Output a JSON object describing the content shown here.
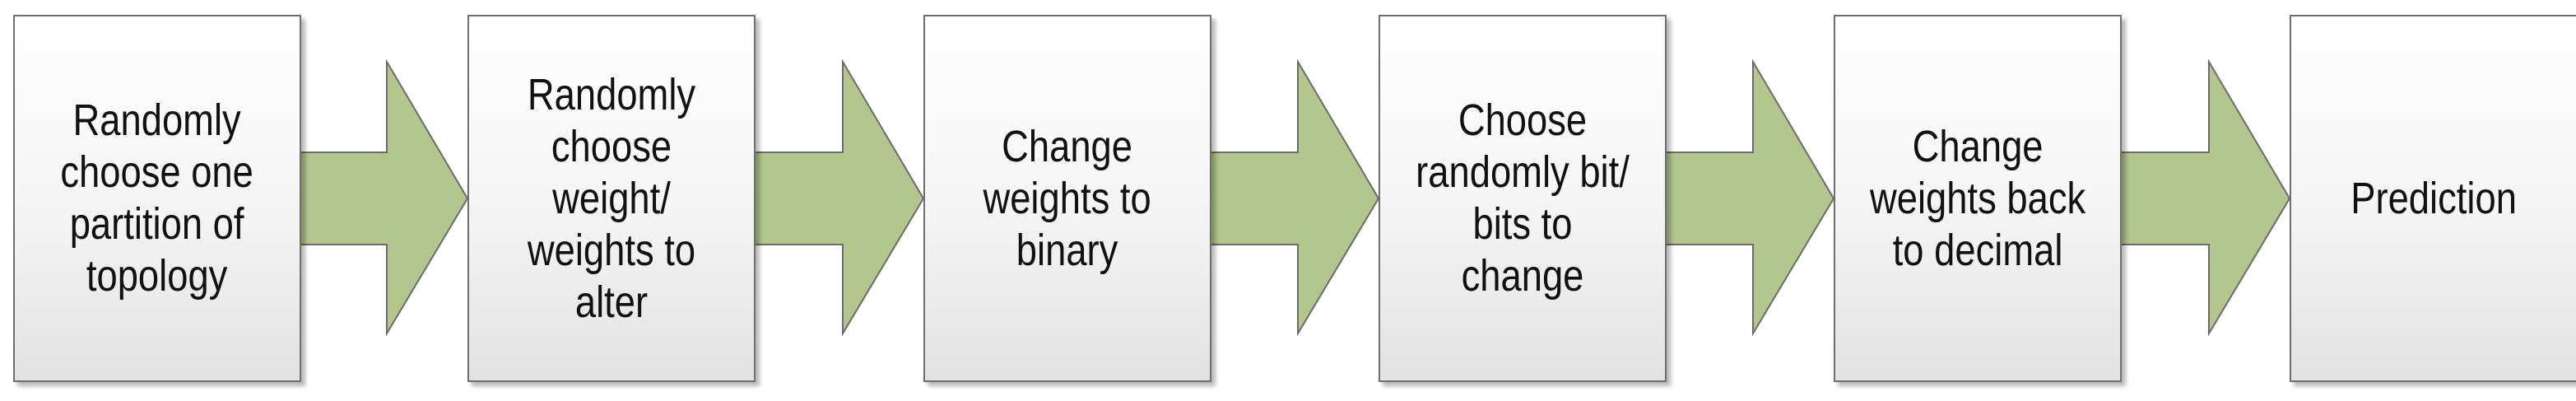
{
  "flow": {
    "steps": [
      {
        "label": "Randomly\nchoose one\npartition of\ntopology"
      },
      {
        "label": "Randomly\nchoose weight/\nweights to alter"
      },
      {
        "label": "Change\nweights to\nbinary"
      },
      {
        "label": "Choose\nrandomly bit/\nbits to change"
      },
      {
        "label": "Change\nweights back\nto decimal"
      },
      {
        "label": "Prediction"
      }
    ],
    "colors": {
      "arrow_fill": "#b2c68e",
      "arrow_stroke": "#6b6b6b",
      "box_border": "#6f6f6f",
      "text": "#111111"
    }
  }
}
